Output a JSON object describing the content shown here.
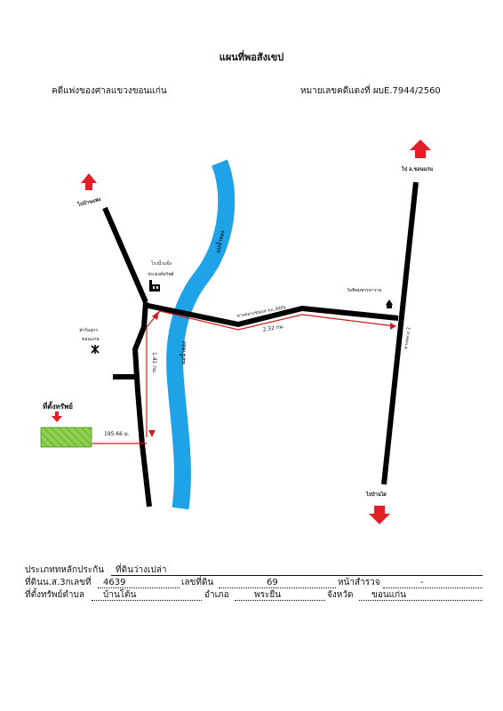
{
  "header": {
    "title": "แผนที่พอสังเขป",
    "court": "คดีแพ่งของศาลแขวงขอนแก่น",
    "case_number": "หมายเลขคดีแดงที่ ผบE.7944/2560"
  },
  "map": {
    "labels": {
      "to_ban_pae": "ไปบ้านแพ่ง",
      "to_khon_kaen": "ไป อ.ขอนแก่น",
      "factory_line1": "โรงน้ำแข็ง",
      "factory_line2": "ประยงค์ทรัพย์",
      "farm_line1": "ฟาร์มสุกร",
      "farm_line2": "ขอนแก่น",
      "temple": "วัดพิพมพรรษาราม",
      "road_name": "ทางหลวงชนบท ขก.3005",
      "highway": "ทางหลวง 2",
      "river_top": "แม่น้ำพอง",
      "river_bottom": "แม่น้ำพอง",
      "to_ban_phai": "ไปบ้านไผ่",
      "property": "ที่ตั้งทรัพย์",
      "dist_road": "2.32 กม.",
      "dist_vertical": "1.41 กม.",
      "dist_property": "195.66 ม."
    },
    "colors": {
      "road": "#000000",
      "river": "#1ea3e6",
      "route": "#d11a1a",
      "arrow": "#e31e24",
      "property": "#8fd14f"
    }
  },
  "info": {
    "row1": {
      "label": "ประเภททหลักประกัน",
      "value": "ที่ดินว่างเปล่า"
    },
    "row2": {
      "label_deed": "ที่ดินน.ส.3กเลขที่",
      "deed_no": "4639",
      "label_land": "เลขที่ดิน",
      "land_no": "69",
      "label_survey": "หน้าสำรวจ",
      "survey_no": "-"
    },
    "row3": {
      "label_tambon": "ที่ตั้งทรัพย์ตำบล",
      "tambon": "บ้านโต้น",
      "label_amphoe": "อำเภอ",
      "amphoe": "พระยืน",
      "label_province": "จังหวัด",
      "province": "ขอนแก่น"
    }
  }
}
